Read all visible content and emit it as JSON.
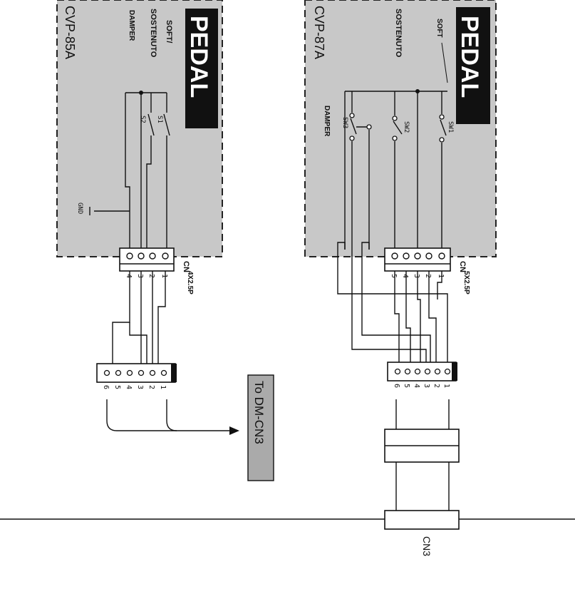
{
  "pedal_left": {
    "title": "PEDAL",
    "model": "CVP-85A",
    "signals": [
      "SOFT/",
      "SOSTENUTO",
      "DAMPER"
    ],
    "switch_labels": [
      "S2",
      "S1"
    ],
    "gnd_label": "GND",
    "connector_name": "CN",
    "connector_spec": "4X2.5P",
    "pins": [
      "1",
      "2",
      "3",
      "4"
    ]
  },
  "pedal_right": {
    "title": "PEDAL",
    "model": "CVP-87A",
    "signals": [
      "SOFT",
      "SOSTENUTO",
      "DAMPER"
    ],
    "switch_labels": [
      "SW1",
      "SW2",
      "SW3"
    ],
    "connector_name": "CN",
    "connector_spec": "5X2.5P",
    "pins": [
      "1",
      "2",
      "3",
      "4",
      "5"
    ]
  },
  "mid_left_connector": {
    "pins": [
      "1",
      "2",
      "3",
      "4",
      "5",
      "6"
    ]
  },
  "mid_right_connector": {
    "pins": [
      "1",
      "2",
      "3",
      "4",
      "5",
      "6"
    ]
  },
  "target_label": "To DM-CN3",
  "cn3_label": "CN3"
}
